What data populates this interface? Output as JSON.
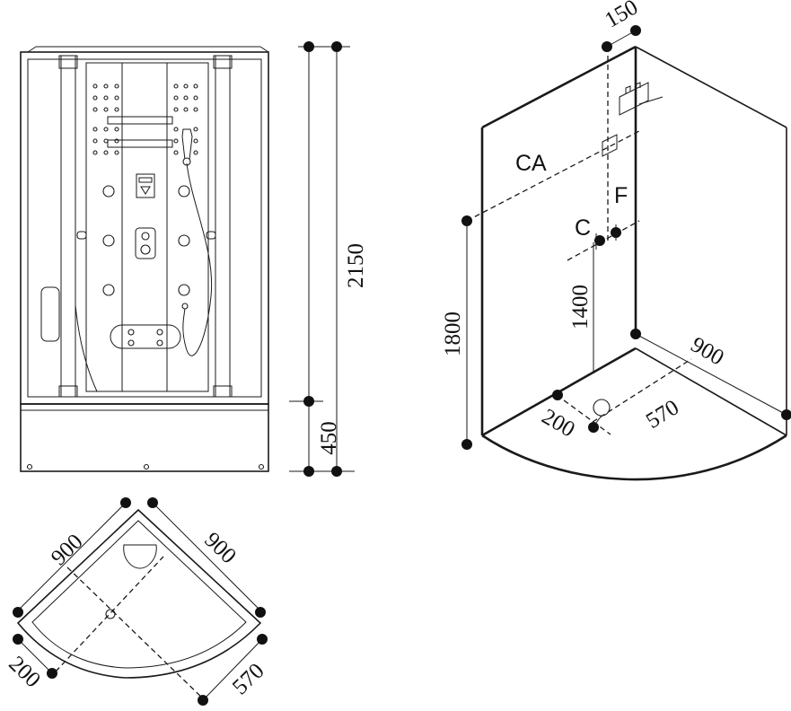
{
  "front_view": {
    "total_height": "2150",
    "tray_height": "450"
  },
  "plan_view": {
    "side_a": "900",
    "side_b": "900",
    "offset": "200",
    "drain_distance": "570"
  },
  "iso_view": {
    "top_offset": "150",
    "cold_water_label": "C",
    "hot_water_label": "F",
    "electric_label": "CA",
    "mixer_height": "1400",
    "electric_height": "1800",
    "side_length": "900",
    "drain_offset": "200",
    "drain_distance": "570"
  }
}
